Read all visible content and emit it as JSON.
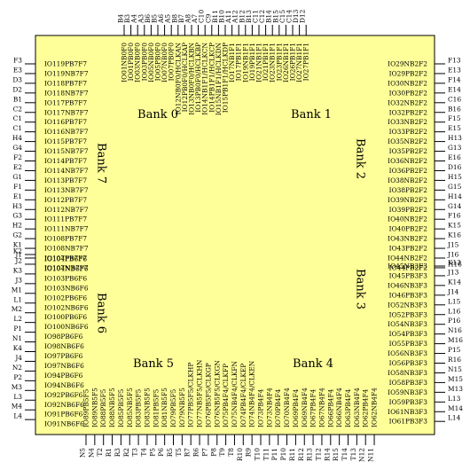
{
  "colors": {
    "package_fill": "#ffff99",
    "stroke": "#000000",
    "background": "#ffffff"
  },
  "banks": {
    "b0": "Bank 0",
    "b1": "Bank 1",
    "b2": "Bank 2",
    "b3": "Bank 3",
    "b4": "Bank 4",
    "b5": "Bank 5",
    "b6": "Bank 6",
    "b7": "Bank 7"
  },
  "left": {
    "pins": [
      "F3",
      "E3",
      "D3",
      "D2",
      "B1",
      "C2",
      "C1",
      "C1",
      "H4",
      "G4",
      "F2",
      "E2",
      "G1",
      "F1",
      "E1",
      "H3",
      "G3",
      "H2",
      "G2",
      "K1",
      "J1",
      "K2",
      "J2",
      "K3",
      "J3",
      "M1",
      "L1",
      "M2",
      "L2",
      "P1",
      "N1",
      "K4",
      "J4",
      "N2",
      "P2",
      "M3",
      "L3",
      "M4",
      "L4"
    ],
    "signals": [
      "IO119PB7F7",
      "IO119NB7F7",
      "IO118PB7F7",
      "IO118NB7F7",
      "IO117PB7F7",
      "IO117NB7F7",
      "IO116PB7F7",
      "IO116NB7F7",
      "IO115PB7F7",
      "IO115NB7F7",
      "IO114PB7F7",
      "IO114NB7F7",
      "IO113PB7F7",
      "IO113NB7F7",
      "IO112PB7F7",
      "IO112NB7F7",
      "IO111PB7F7",
      "IO111NB7F7",
      "IO108PB7F7",
      "IO108NB7F7",
      "IO107PB7F7",
      "IO107NB7F7",
      "IO104PB6F6",
      "IO104NB6F6",
      "IO103PB6F6",
      "IO103NB6F6",
      "IO102PB6F6",
      "IO102NB6F6",
      "IO100PB6F6",
      "IO100NB6F6",
      "IO98PB6F6",
      "IO98NB6F6",
      "IO97PB6F6",
      "IO97NB6F6",
      "IO94PB6F6",
      "IO94NB6F6",
      "IO92PB6F6",
      "IO92NB6F6",
      "IO91PB6F6",
      "IO91NB6F6"
    ]
  },
  "right": {
    "pins": [
      "F13",
      "E13",
      "F14",
      "E14",
      "C16",
      "B16",
      "F15",
      "E15",
      "H13",
      "G13",
      "E16",
      "D16",
      "H15",
      "G15",
      "H14",
      "G14",
      "F16",
      "K15",
      "K16",
      "J15",
      "J16",
      "H16",
      "K13",
      "J13",
      "K14",
      "J14",
      "L15",
      "L16",
      "P16",
      "N16",
      "M16",
      "P15",
      "R16",
      "N15",
      "M15",
      "M13",
      "L13",
      "M14",
      "L14"
    ],
    "signals": [
      "IO29NB2F2",
      "IO29PB2F2",
      "IO30NB2F2",
      "IO30PB2F2",
      "IO32NB2F2",
      "IO32PB2F2",
      "IO33NB2F2",
      "IO33PB2F2",
      "IO35NB2F2",
      "IO35PB2F2",
      "IO36NB2F2",
      "IO36PB2F2",
      "IO38NB2F2",
      "IO38PB2F2",
      "IO39NB2F2",
      "IO39PB2F2",
      "IO40NB2F2",
      "IO40PB2F2",
      "IO43NB2F2",
      "IO43PB2F2",
      "IO44NB2F2",
      "IO44PB2F2",
      "IO45NB3F3",
      "IO45PB3F3",
      "IO46NB3F3",
      "IO46PB3F3",
      "IO52NB3F3",
      "IO52PB3F3",
      "IO54NB3F3",
      "IO54PB3F3",
      "IO55PB3F3",
      "IO56NB3F3",
      "IO56PB3F3",
      "IO58NB3F3",
      "IO58PB3F3",
      "IO59NB3F3",
      "IO59PB3F3",
      "IO61NB3F3",
      "IO61PB3F3"
    ]
  },
  "top": {
    "pins": [
      "B4",
      "B3",
      "A4",
      "A3",
      "B6",
      "B5",
      "A6",
      "A5",
      "B8",
      "B7",
      "A8",
      "A7",
      "C10",
      "C9",
      "B11",
      "B10",
      "A11",
      "A12",
      "B12",
      "B13",
      "C11",
      "C12",
      "B14",
      "B15",
      "C15",
      "C14",
      "D13",
      "D12"
    ],
    "signals": [
      "IO01NB0F0",
      "IO01PB0F0",
      "IO03NB0F0",
      "IO03PB0F0",
      "IO05NB0F0",
      "IO05PB0F0",
      "IO07NB0F0",
      "IO07PB0F0",
      "IO12NB0F0/HCLKAN",
      "IO12PB0F0/HCLKAP",
      "IO13NB0F0/HCLKBN",
      "IO13PB0F0/HCLKBP",
      "IO14NB1F1/HCLKCN",
      "IO14PB1F1/HCLKCP",
      "IO15NB1F1/HCLKDN",
      "IO15PB1F1/HCLKDP",
      "IO17NB1F1",
      "IO17PB1F1",
      "IO19NB1F1",
      "IO19PB1F1",
      "IO21NB1F1",
      "IO21PB1F1",
      "IO23NB1F1",
      "IO23PB1F1",
      "IO26NB1F1",
      "IO26PB1F1",
      "IO27NB1F1",
      "IO27PB1F1"
    ]
  },
  "bottom": {
    "pins": [
      "N5",
      "N4",
      "T2",
      "R1",
      "R3",
      "R2",
      "T3",
      "T4",
      "P5",
      "P6",
      "R5",
      "T5",
      "R7",
      "R6",
      "P7",
      "P8",
      "T9",
      "T8",
      "R10",
      "R9",
      "T10",
      "T11",
      "P11",
      "P10",
      "R11",
      "R12",
      "R13",
      "T12",
      "R14",
      "R15",
      "T14",
      "T13",
      "N12",
      "N11"
    ],
    "signals": [
      "IO89PB5F5",
      "IO89NB5F5",
      "IO88PB5F5",
      "IO88NB5F5",
      "IO85PB5F5",
      "IO85NB5F5",
      "IO83PB5F5",
      "IO83NB5F5",
      "IO81PB5F5",
      "IO81NB5F5",
      "IO79PB5F5",
      "IO79NB5F5",
      "IO77PB5F5/CLKHP",
      "IO77NB5F5/CLKHN",
      "IO76PB5F5/CLKGP",
      "IO76NB5F5/CLKGN",
      "IO75PB4F4/CLKFP",
      "IO75NB4F4/CLKFN",
      "IO74PB4F4/CLKEP",
      "IO74NB4F4/CLKEN",
      "IO73PB4F4",
      "IO73NB4F4",
      "IO70PB4F4",
      "IO70NB4F4",
      "IO69PB4F4",
      "IO69NB4F4",
      "IO67PB4F4",
      "IO67NB4F4",
      "IO66PB4F4",
      "IO66NB4F4",
      "IO63PB4F4",
      "IO63NB4F4",
      "IO62PB4F4",
      "IO62NB4F4"
    ]
  }
}
